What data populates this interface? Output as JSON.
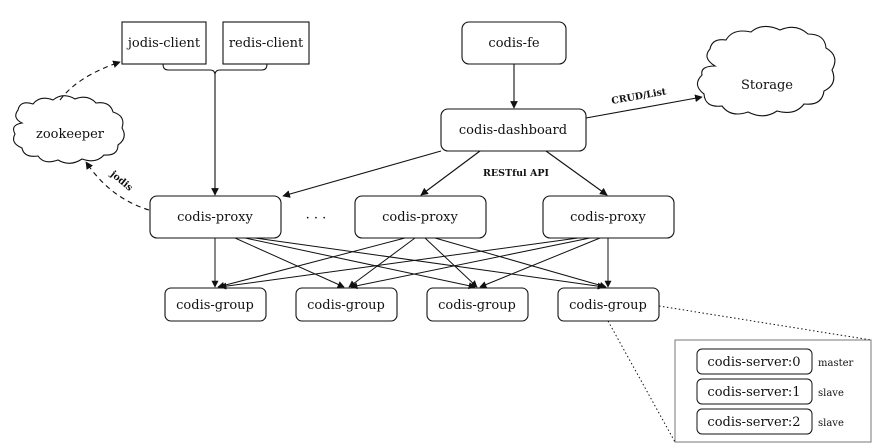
{
  "clients": {
    "jodis_client": "jodis-client",
    "redis_client": "redis-client"
  },
  "frontend": {
    "codis_fe": "codis-fe"
  },
  "storage": {
    "label": "Storage"
  },
  "zookeeper": {
    "label": "zookeeper"
  },
  "dashboard": {
    "label": "codis-dashboard"
  },
  "edge_labels": {
    "crud_list": "CRUD/List",
    "restful_api": "RESTful API",
    "jodis": "jodis"
  },
  "proxies": [
    {
      "label": "codis-proxy"
    },
    {
      "label": "codis-proxy"
    },
    {
      "label": "codis-proxy"
    }
  ],
  "proxy_ellipsis": "· · ·",
  "groups": [
    {
      "label": "codis-group"
    },
    {
      "label": "codis-group"
    },
    {
      "label": "codis-group"
    },
    {
      "label": "codis-group"
    }
  ],
  "servers": [
    {
      "label": "codis-server:0",
      "role": "master"
    },
    {
      "label": "codis-server:1",
      "role": "slave"
    },
    {
      "label": "codis-server:2",
      "role": "slave"
    }
  ]
}
